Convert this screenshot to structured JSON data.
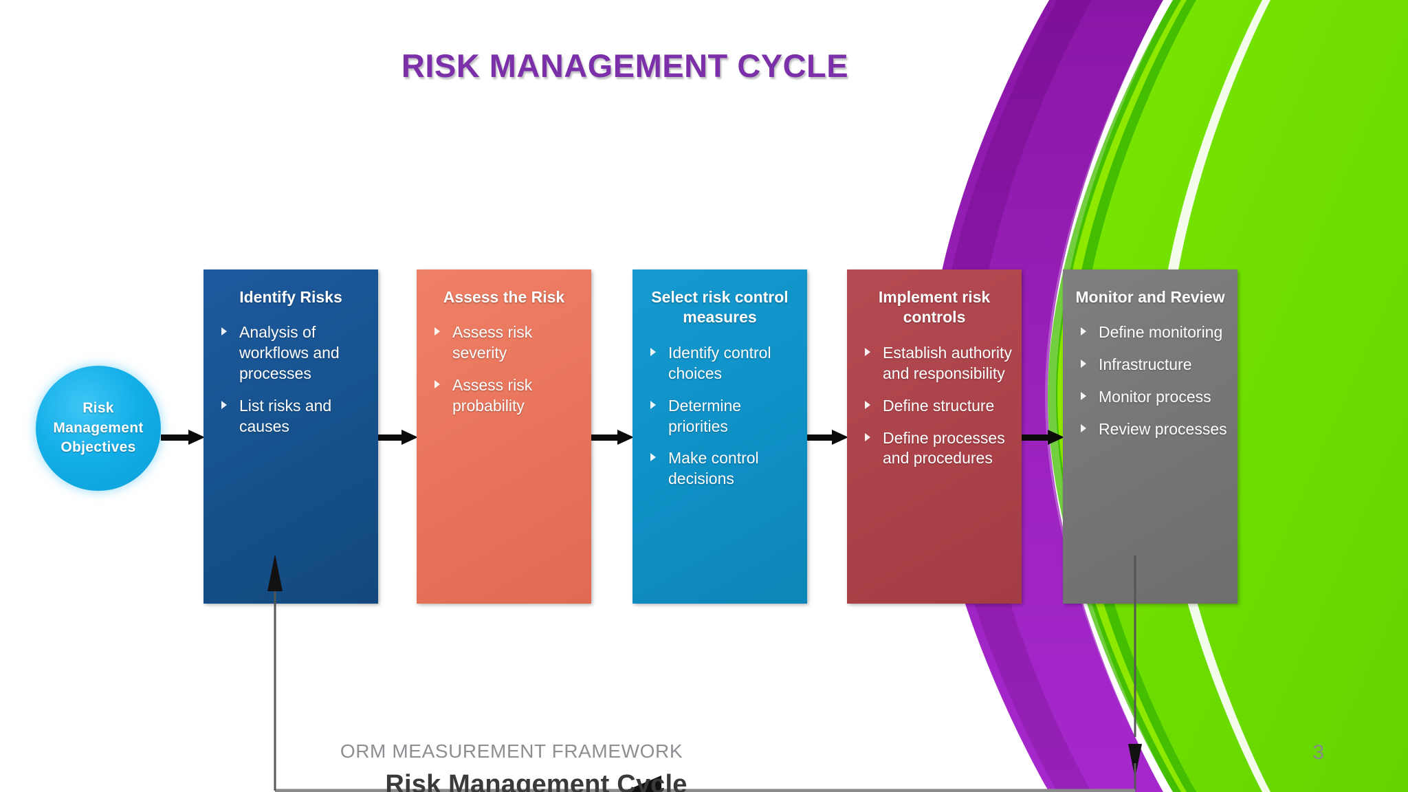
{
  "slide": {
    "title": "RISK MANAGEMENT CYCLE",
    "title_color": "#7B2FA8",
    "caption": "Risk Management Cycle",
    "footer": "ORM MEASUREMENT FRAMEWORK",
    "page_number": "3",
    "background": "#FFFFFF"
  },
  "diagram": {
    "start_node": {
      "label": "Risk Management Objectives",
      "shape": "circle",
      "color": "#12AEE8"
    },
    "stages": [
      {
        "heading": "Identify Risks",
        "color": "#17538F",
        "bullets": [
          "Analysis of workflows and processes",
          "List risks and causes"
        ]
      },
      {
        "heading": "Assess the Risk",
        "color": "#E9765D",
        "bullets": [
          "Assess risk severity",
          "Assess risk probability"
        ]
      },
      {
        "heading": "Select risk control measures",
        "color": "#0F92C8",
        "bullets": [
          "Identify control choices",
          "Determine priorities",
          "Make control decisions"
        ]
      },
      {
        "heading": "Implement risk controls",
        "color": "#AE444B",
        "bullets": [
          "Establish authority and responsibility",
          "Define structure",
          "Define processes and procedures"
        ]
      },
      {
        "heading": "Monitor and Review",
        "color": "#777777",
        "bullets": [
          "Define monitoring",
          "Infrastructure",
          "Monitor process",
          "Review processes"
        ]
      }
    ],
    "feedback_loop": {
      "from": "Monitor and Review",
      "to": "Identify Risks",
      "direction": "right-to-left"
    }
  },
  "decoration": {
    "swoosh_colors": [
      "#8B1FA8",
      "#A020C8",
      "#9C2BC4",
      "#5FD800",
      "#3DB800",
      "#76E000",
      "#FFFFFF"
    ]
  }
}
